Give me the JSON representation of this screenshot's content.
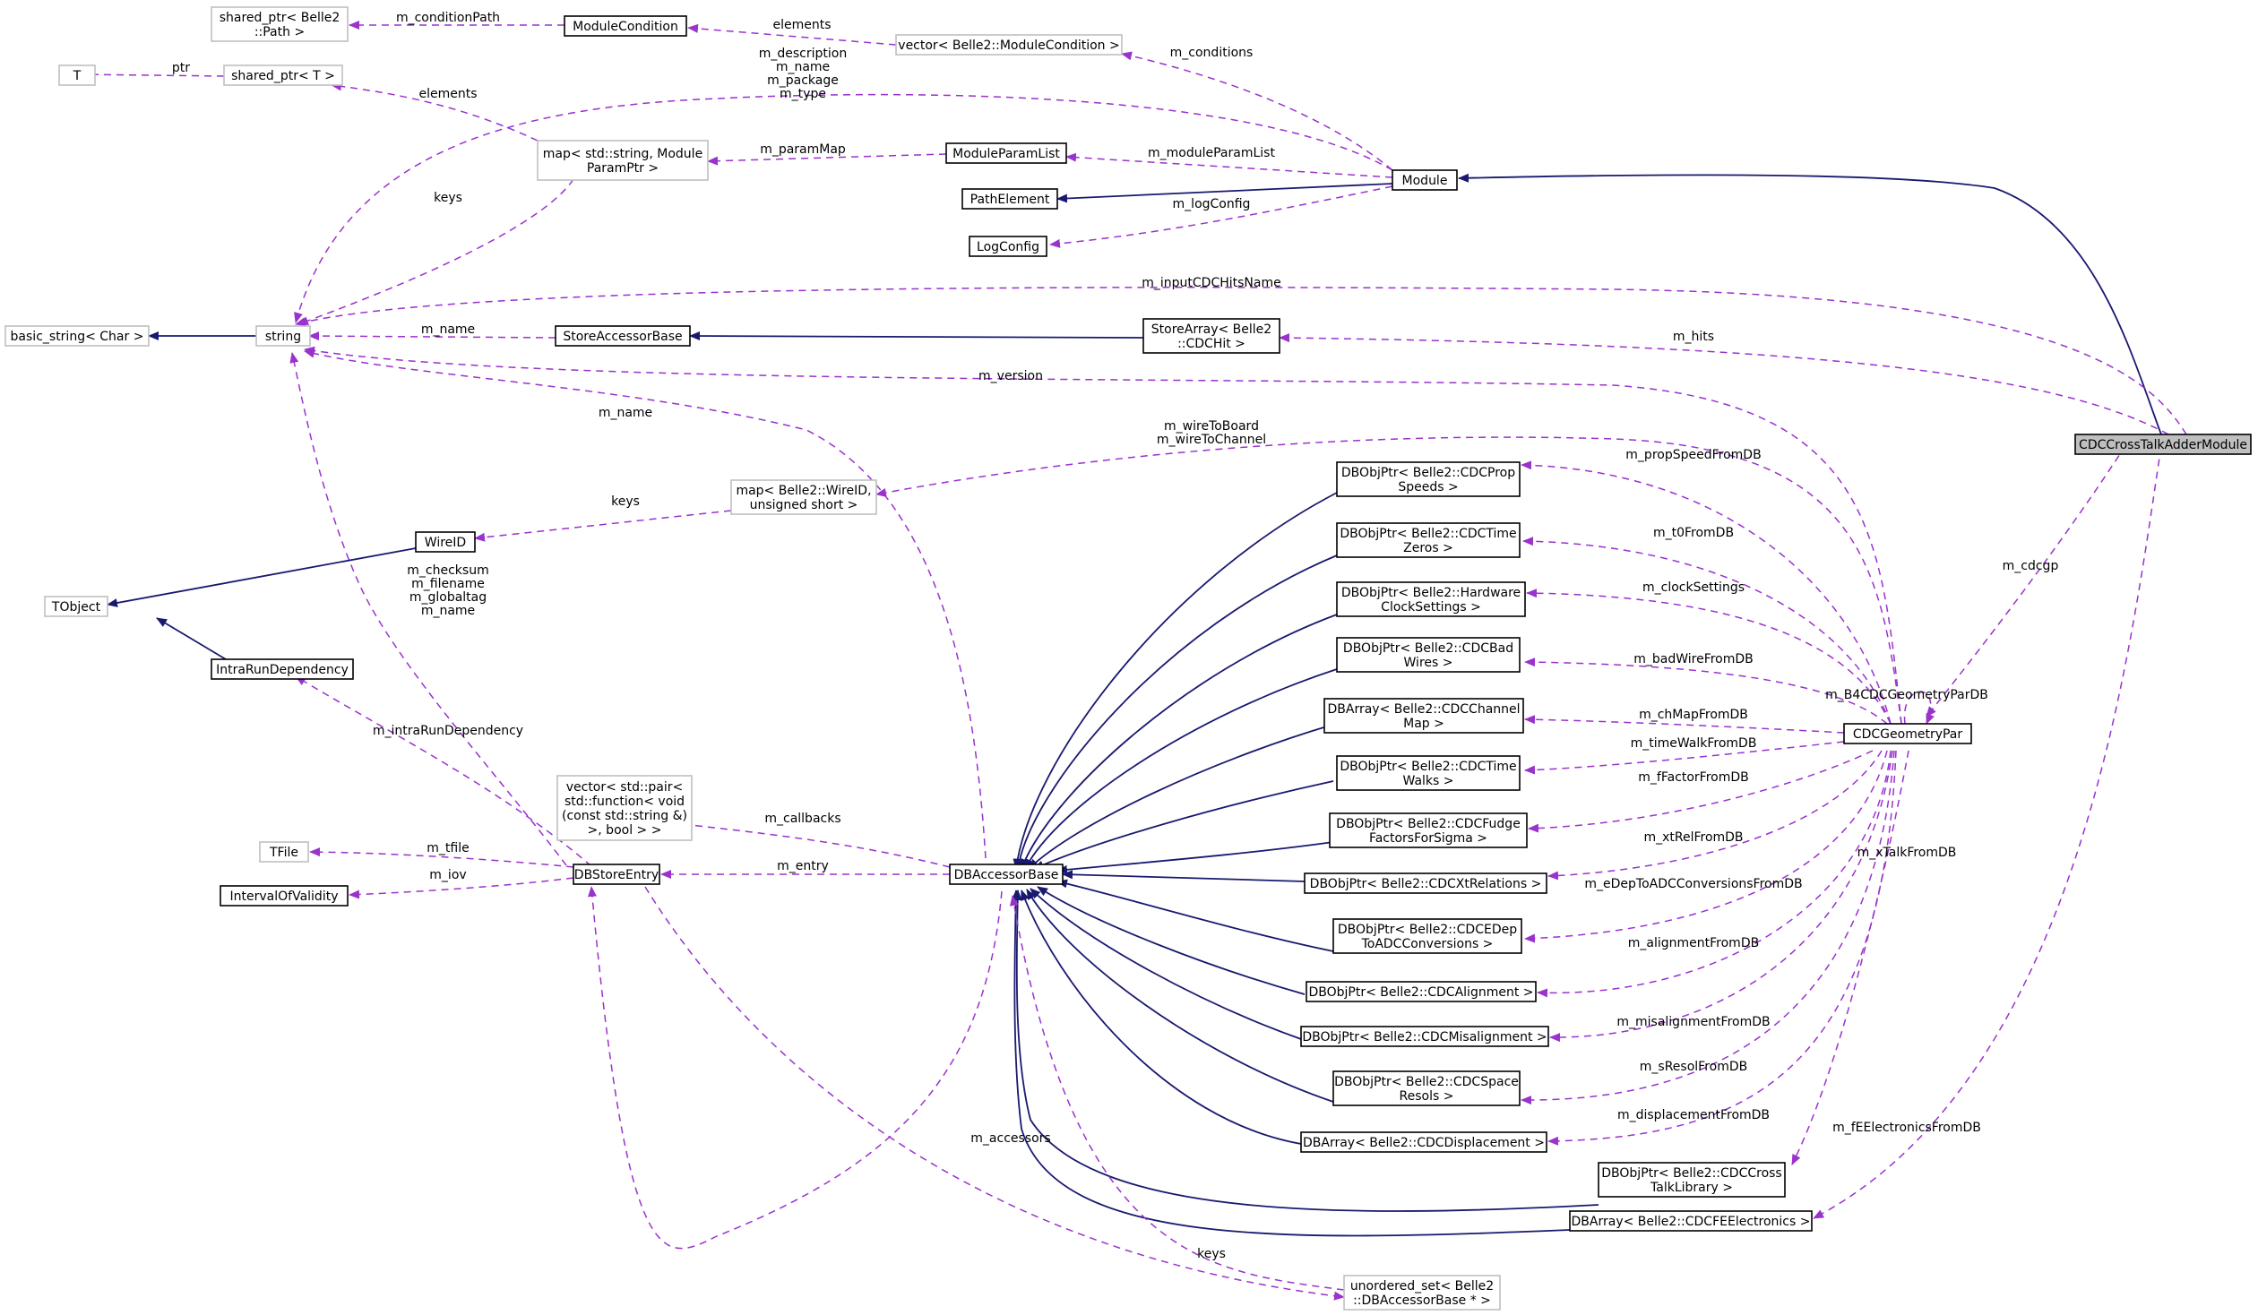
{
  "nodes": {
    "shared_ptr_path": [
      "shared_ptr< Belle2",
      "::Path >"
    ],
    "module_condition": [
      "ModuleCondition"
    ],
    "vector_module_condition": [
      "vector< Belle2::ModuleCondition >"
    ],
    "t": [
      "T"
    ],
    "shared_ptr_t": [
      "shared_ptr< T >"
    ],
    "map_param": [
      "map< std::string, Module",
      "ParamPtr >"
    ],
    "module_param_list": [
      "ModuleParamList"
    ],
    "module": [
      "Module"
    ],
    "path_element": [
      "PathElement"
    ],
    "log_config": [
      "LogConfig"
    ],
    "basic_string": [
      "basic_string< Char >"
    ],
    "string": [
      "string"
    ],
    "store_accessor_base": [
      "StoreAccessorBase"
    ],
    "store_array_cdchit": [
      "StoreArray< Belle2",
      "::CDCHit >"
    ],
    "cdc_crosstalk_adder_module": [
      "CDCCrossTalkAdderModule"
    ],
    "map_wireid": [
      "map< Belle2::WireID,",
      "unsigned short >"
    ],
    "wireid": [
      "WireID"
    ],
    "tobject": [
      "TObject"
    ],
    "intrarun_dependency": [
      "IntraRunDependency"
    ],
    "vector_pair_function": [
      "vector< std::pair<",
      "std::function< void",
      "(const std::string &)",
      ">, bool > >"
    ],
    "tfile": [
      "TFile"
    ],
    "interval_of_validity": [
      "IntervalOfValidity"
    ],
    "dbstore_entry": [
      "DBStoreEntry"
    ],
    "dbaccessor_base": [
      "DBAccessorBase"
    ],
    "unordered_set": [
      "unordered_set< Belle2",
      "::DBAccessorBase * >"
    ],
    "cdc_geometry_par": [
      "CDCGeometryPar"
    ],
    "prop_speeds": [
      "DBObjPtr< Belle2::CDCProp",
      "Speeds >"
    ],
    "time_zeros": [
      "DBObjPtr< Belle2::CDCTime",
      "Zeros >"
    ],
    "hardware_clock": [
      "DBObjPtr< Belle2::Hardware",
      "ClockSettings >"
    ],
    "bad_wires": [
      "DBObjPtr< Belle2::CDCBad",
      "Wires >"
    ],
    "channel_map": [
      "DBArray< Belle2::CDCChannel",
      "Map >"
    ],
    "time_walks": [
      "DBObjPtr< Belle2::CDCTime",
      "Walks >"
    ],
    "fudge_factors": [
      "DBObjPtr< Belle2::CDCFudge",
      "FactorsForSigma >"
    ],
    "xt_relations": [
      "DBObjPtr< Belle2::CDCXtRelations >"
    ],
    "edep_adc": [
      "DBObjPtr< Belle2::CDCEDep",
      "ToADCConversions >"
    ],
    "alignment": [
      "DBObjPtr< Belle2::CDCAlignment >"
    ],
    "misalignment": [
      "DBObjPtr< Belle2::CDCMisalignment >"
    ],
    "space_resols": [
      "DBObjPtr< Belle2::CDCSpace",
      "Resols >"
    ],
    "displacement": [
      "DBArray< Belle2::CDCDisplacement >"
    ],
    "crosstalk_library": [
      "DBObjPtr< Belle2::CDCCross",
      "TalkLibrary >"
    ],
    "fe_electronics": [
      "DBArray< Belle2::CDCFEElectronics >"
    ]
  },
  "edge_labels": {
    "m_condition_path": [
      "m_conditionPath"
    ],
    "elements_condition": [
      "elements"
    ],
    "m_conditions": [
      "m_conditions"
    ],
    "ptr": [
      "ptr"
    ],
    "elements_map": [
      "elements"
    ],
    "module_strings": [
      "m_description",
      "m_name",
      "m_package",
      "m_type"
    ],
    "m_param_map": [
      "m_paramMap"
    ],
    "m_module_param_list": [
      "m_moduleParamList"
    ],
    "keys_string": [
      "keys"
    ],
    "m_log_config": [
      "m_logConfig"
    ],
    "m_input_cdc_hits_name": [
      "m_inputCDCHitsName"
    ],
    "m_name_store": [
      "m_name"
    ],
    "m_hits": [
      "m_hits"
    ],
    "m_version": [
      "m_version"
    ],
    "m_name_db": [
      "m_name"
    ],
    "wire_maps": [
      "m_wireToBoard",
      "m_wireToChannel"
    ],
    "m_prop_speed": [
      "m_propSpeedFromDB"
    ],
    "keys_wire": [
      "keys"
    ],
    "m_t0": [
      "m_t0FromDB"
    ],
    "entry_strings": [
      "m_checksum",
      "m_filename",
      "m_globaltag",
      "m_name"
    ],
    "m_clock": [
      "m_clockSettings"
    ],
    "m_cdcgp": [
      "m_cdcgp"
    ],
    "m_bad_wire": [
      "m_badWireFromDB"
    ],
    "m_b4": [
      "m_B4CDCGeometryParDB"
    ],
    "m_intra_run": [
      "m_intraRunDependency"
    ],
    "m_ch_map": [
      "m_chMapFromDB"
    ],
    "m_time_walk": [
      "m_timeWalkFromDB"
    ],
    "m_ffactor": [
      "m_fFactorFromDB"
    ],
    "m_callbacks": [
      "m_callbacks"
    ],
    "m_xtrel": [
      "m_xtRelFromDB"
    ],
    "m_tfile": [
      "m_tfile"
    ],
    "m_entry": [
      "m_entry"
    ],
    "m_xtalk": [
      "m_xTalkFromDB"
    ],
    "m_iov": [
      "m_iov"
    ],
    "m_edep": [
      "m_eDepToADCConversionsFromDB"
    ],
    "m_alignment": [
      "m_alignmentFromDB"
    ],
    "m_misalignment": [
      "m_misalignmentFromDB"
    ],
    "m_sresol": [
      "m_sResolFromDB"
    ],
    "m_displacement": [
      "m_displacementFromDB"
    ],
    "m_accessors": [
      "m_accessors"
    ],
    "m_fe": [
      "m_fEElectronicsFromDB"
    ],
    "keys_set": [
      "keys"
    ]
  },
  "colors": {
    "inheritance_edge": "#191970",
    "usage_edge": "#9a32cd",
    "focus_fill": "#bfbfbf",
    "undocumented_border": "#bfbfbf",
    "documented_border": "#000000"
  },
  "legend": {
    "inheritance": "solid dark-blue arrow",
    "usage": "dashed purple arrow"
  }
}
